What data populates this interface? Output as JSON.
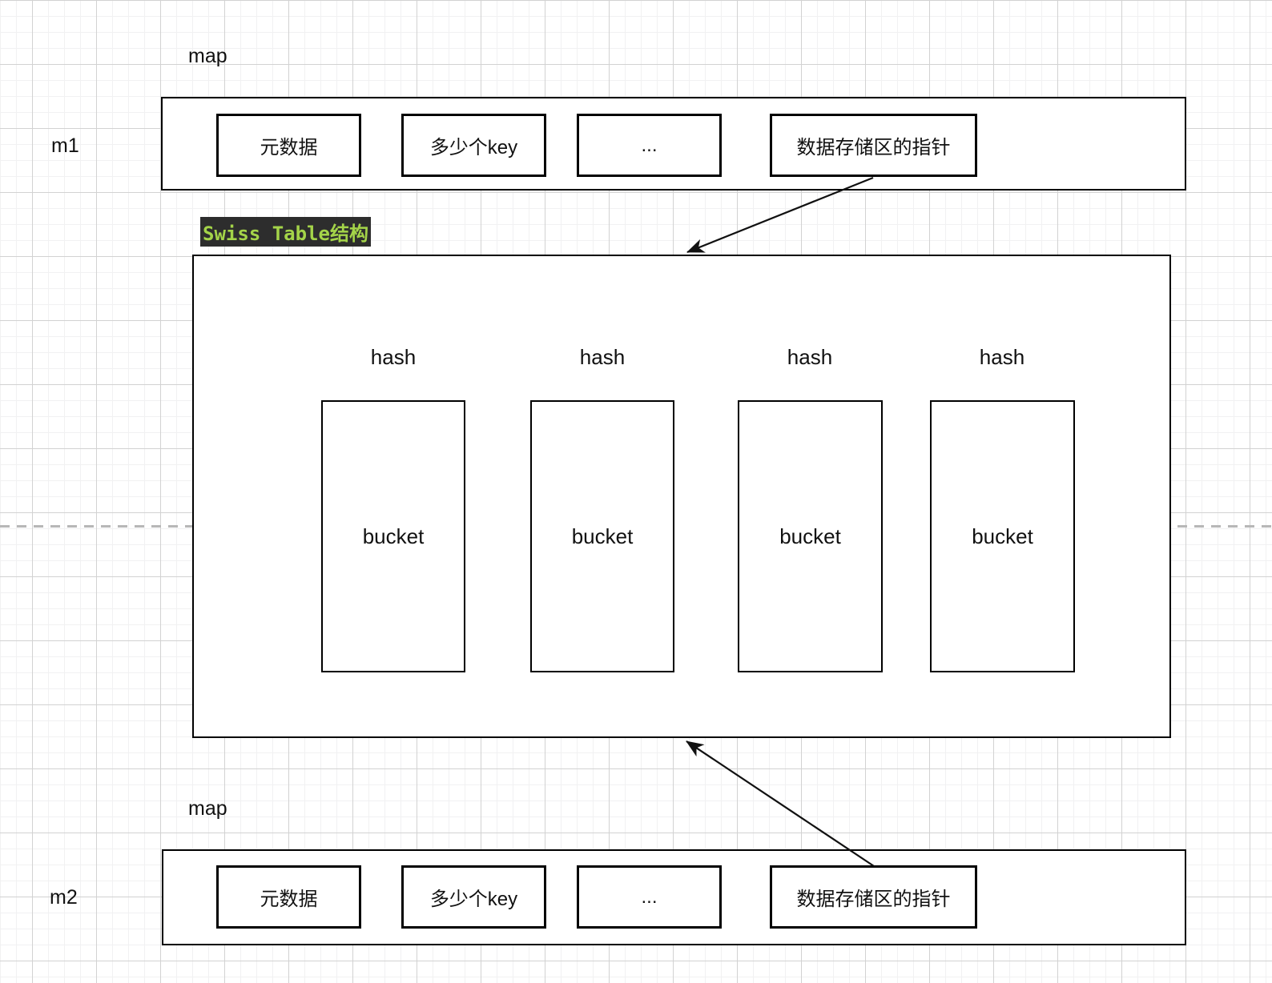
{
  "colors": {
    "title_bg": "#2d2d2d",
    "title_text": "#a4d449",
    "divider_color": "#b7b7b7",
    "shape_border": "#000000",
    "arrow_color": "#111111"
  },
  "maps": {
    "m1": {
      "type_label": "map",
      "instance": "m1",
      "cells": [
        "元数据",
        "多少个key",
        "...",
        "数据存储区的指针"
      ]
    },
    "m2": {
      "type_label": "map",
      "instance": "m2",
      "cells": [
        "元数据",
        "多少个key",
        "...",
        "数据存储区的指针"
      ]
    }
  },
  "swiss_table": {
    "title": "Swiss Table结构",
    "hash_labels": [
      "hash",
      "hash",
      "hash",
      "hash"
    ],
    "bucket_labels": [
      "bucket",
      "bucket",
      "bucket",
      "bucket"
    ]
  }
}
